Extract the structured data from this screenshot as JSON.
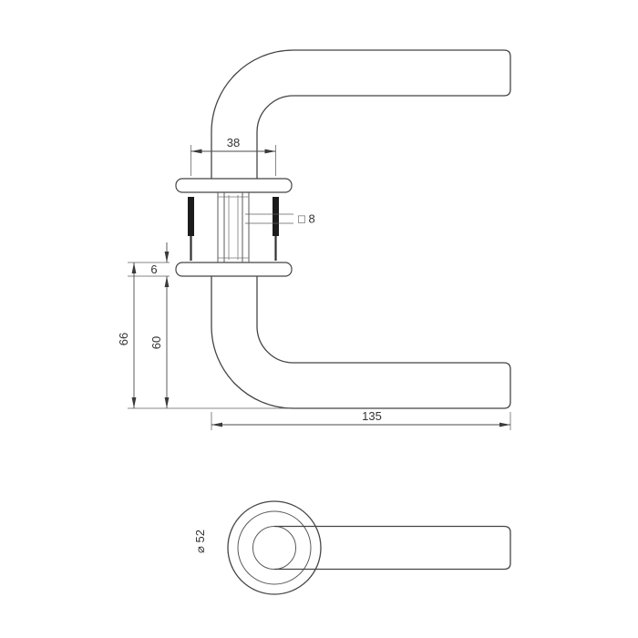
{
  "page": {
    "background": "#ffffff",
    "line_color": "#454545",
    "dim_color": "#333333"
  },
  "drawing": {
    "dims": {
      "screw_distance": "38",
      "spindle_square": "□ 8",
      "rose_thickness": "6",
      "total_height": "66",
      "lever_height": "60",
      "lever_length": "135",
      "rose_diameter": "⌀ 52"
    }
  }
}
